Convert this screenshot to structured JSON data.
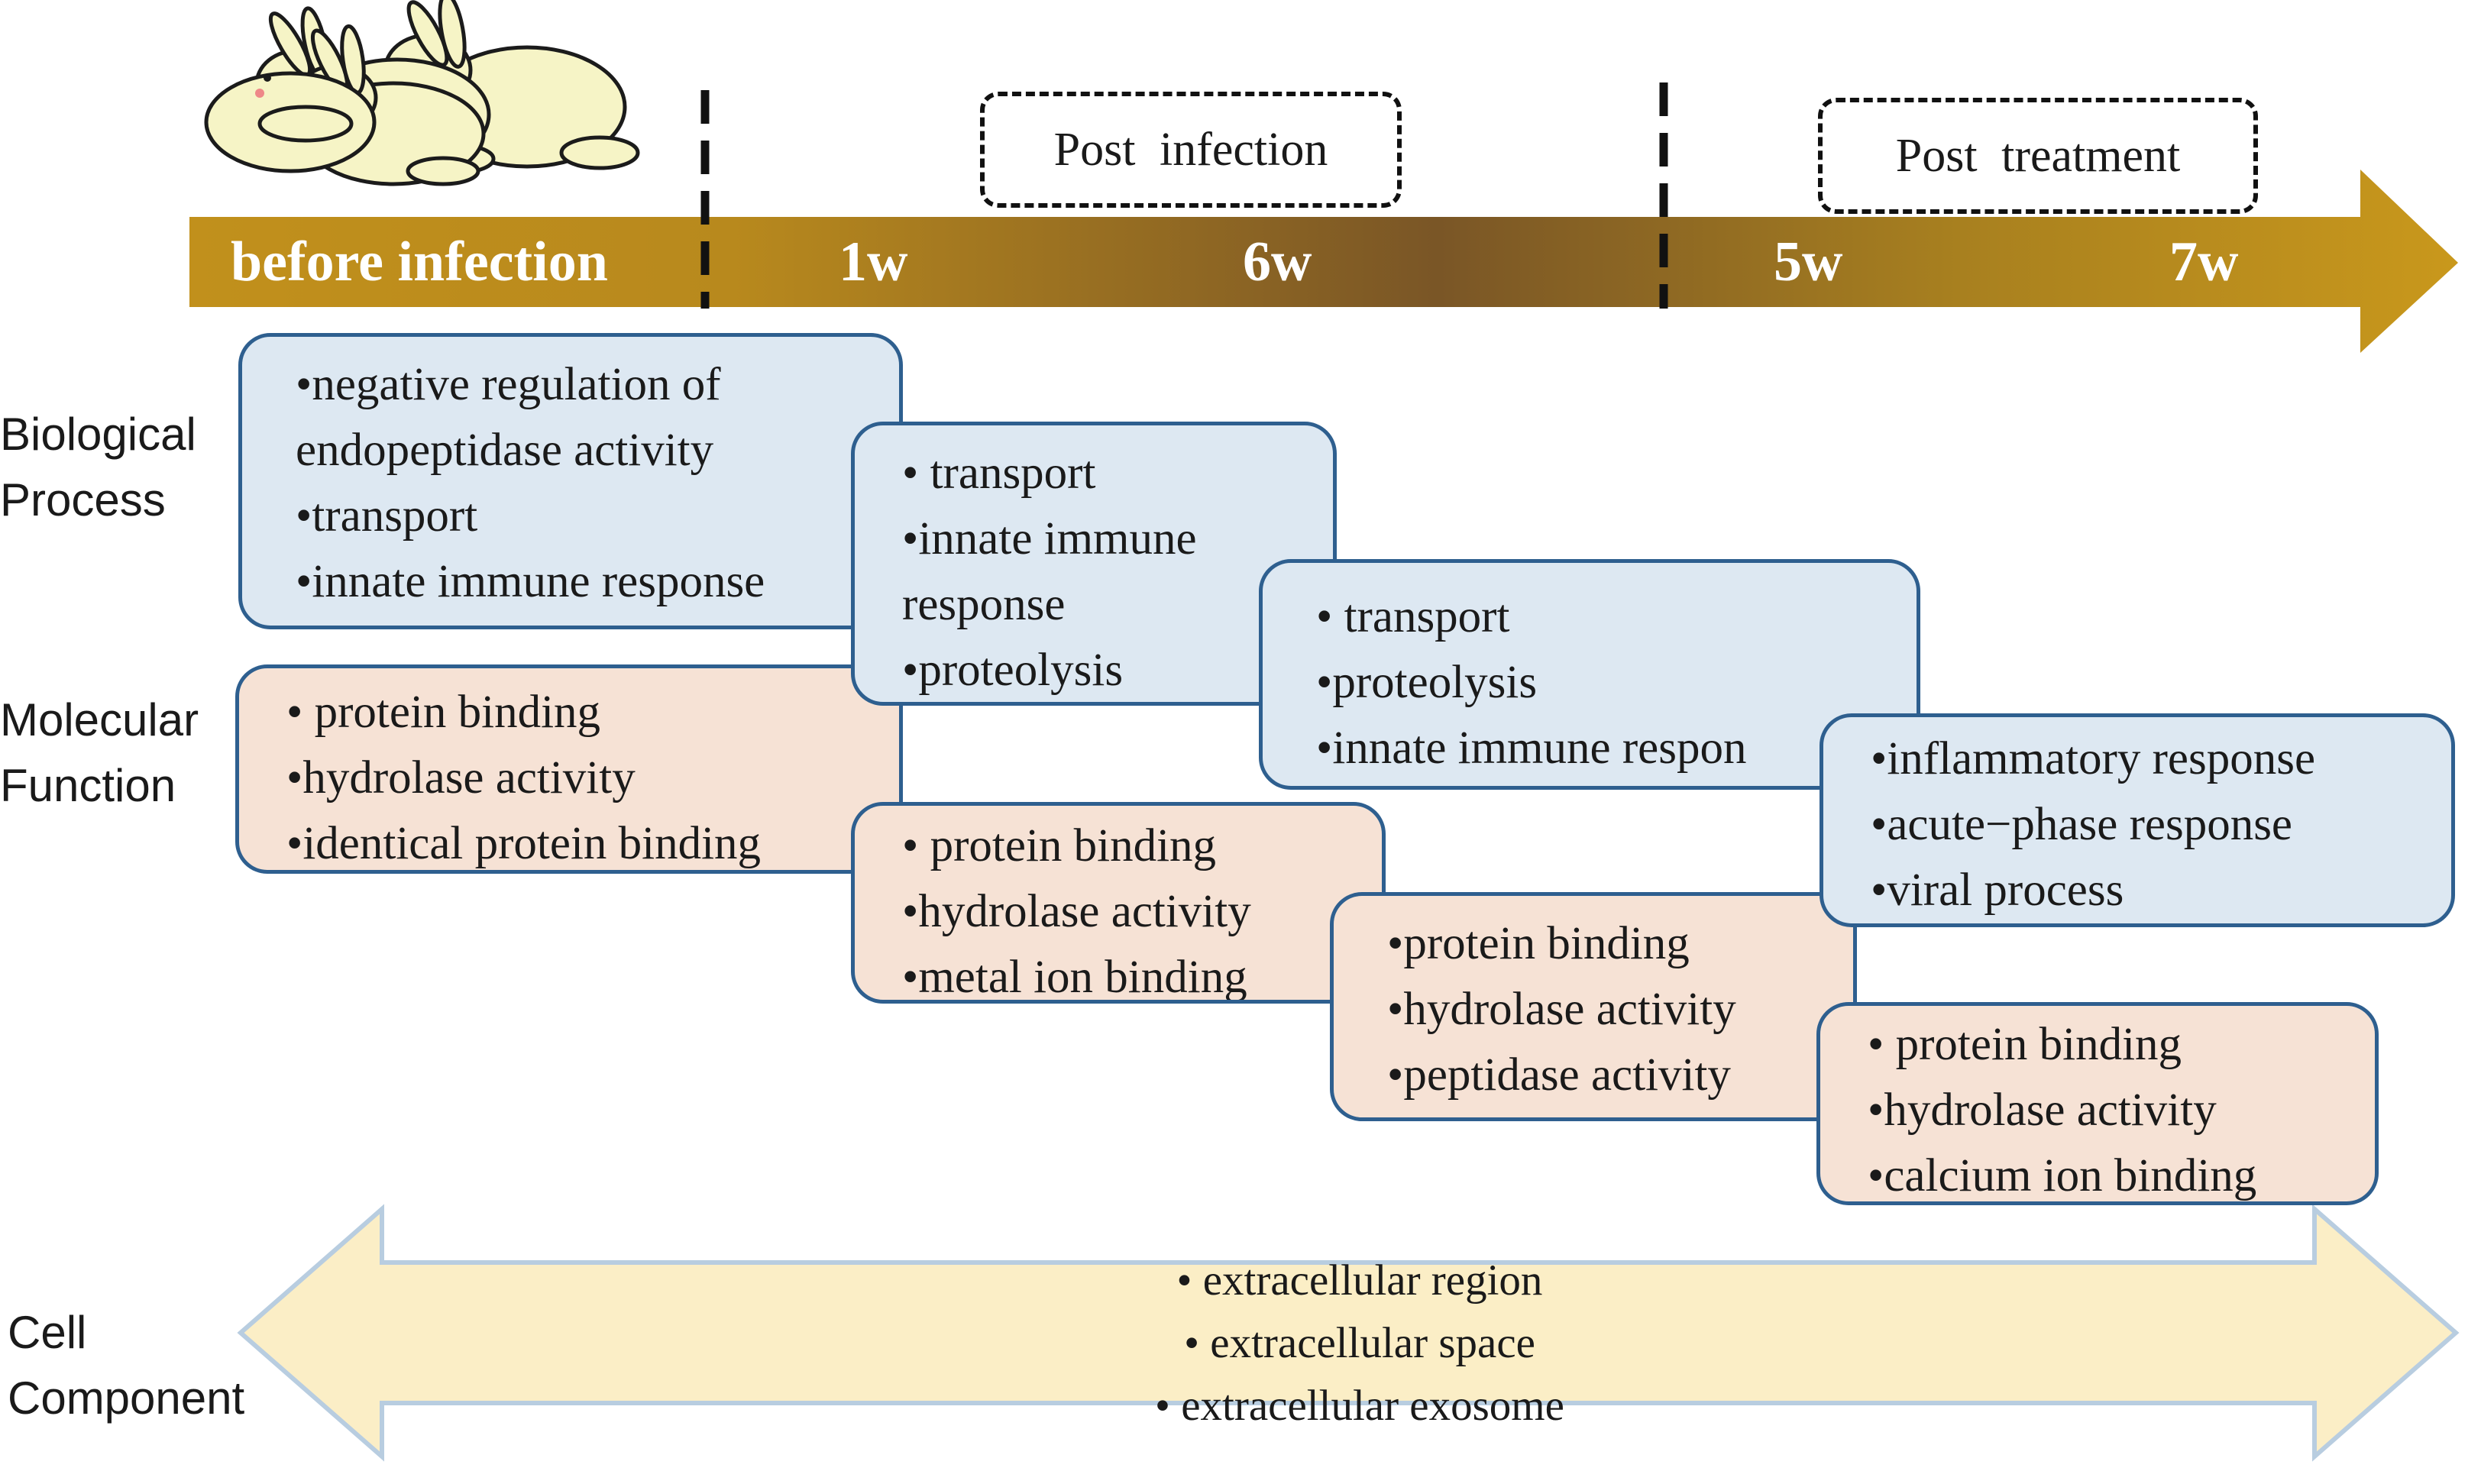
{
  "timeline": {
    "before": "before infection",
    "weeks": [
      "1w",
      "6w",
      "5w",
      "7w"
    ],
    "phase_tags": [
      "Post  infection",
      "Post  treatment"
    ],
    "colors": {
      "gold": "#c1901c",
      "brown": "#7a5626"
    }
  },
  "row_labels": {
    "bp": [
      "Biological",
      "Process"
    ],
    "mf": [
      "Molecular",
      "Function"
    ],
    "cc": [
      "Cell",
      "Component"
    ]
  },
  "bp_boxes": [
    {
      "items": [
        "•negative regulation of",
        "endopeptidase activity",
        "•transport",
        "•innate immune response"
      ]
    },
    {
      "items": [
        "• transport",
        "•innate immune",
        "response",
        "•proteolysis"
      ]
    },
    {
      "items": [
        "• transport",
        "•proteolysis",
        "•innate immune respon"
      ]
    },
    {
      "items": [
        "•inflammatory response",
        "•acute−phase response",
        "•viral process"
      ]
    }
  ],
  "mf_boxes": [
    {
      "items": [
        "• protein binding",
        "•hydrolase activity",
        "•identical protein binding"
      ]
    },
    {
      "items": [
        "• protein binding",
        "•hydrolase activity",
        "•metal ion binding"
      ]
    },
    {
      "items": [
        "•protein binding",
        "•hydrolase activity",
        "•peptidase activity"
      ]
    },
    {
      "items": [
        "• protein binding",
        "•hydrolase activity",
        "•calcium ion binding"
      ]
    }
  ],
  "cell_component": {
    "items": [
      "• extracellular region",
      "• extracellular space",
      "• extracellular exosome"
    ]
  },
  "colors": {
    "bp_fill": "#dde8f2",
    "mf_fill": "#f6e2d5",
    "box_border": "#2e5f8f",
    "cc_fill": "#fbeec6",
    "cc_border": "#b8cde0"
  }
}
